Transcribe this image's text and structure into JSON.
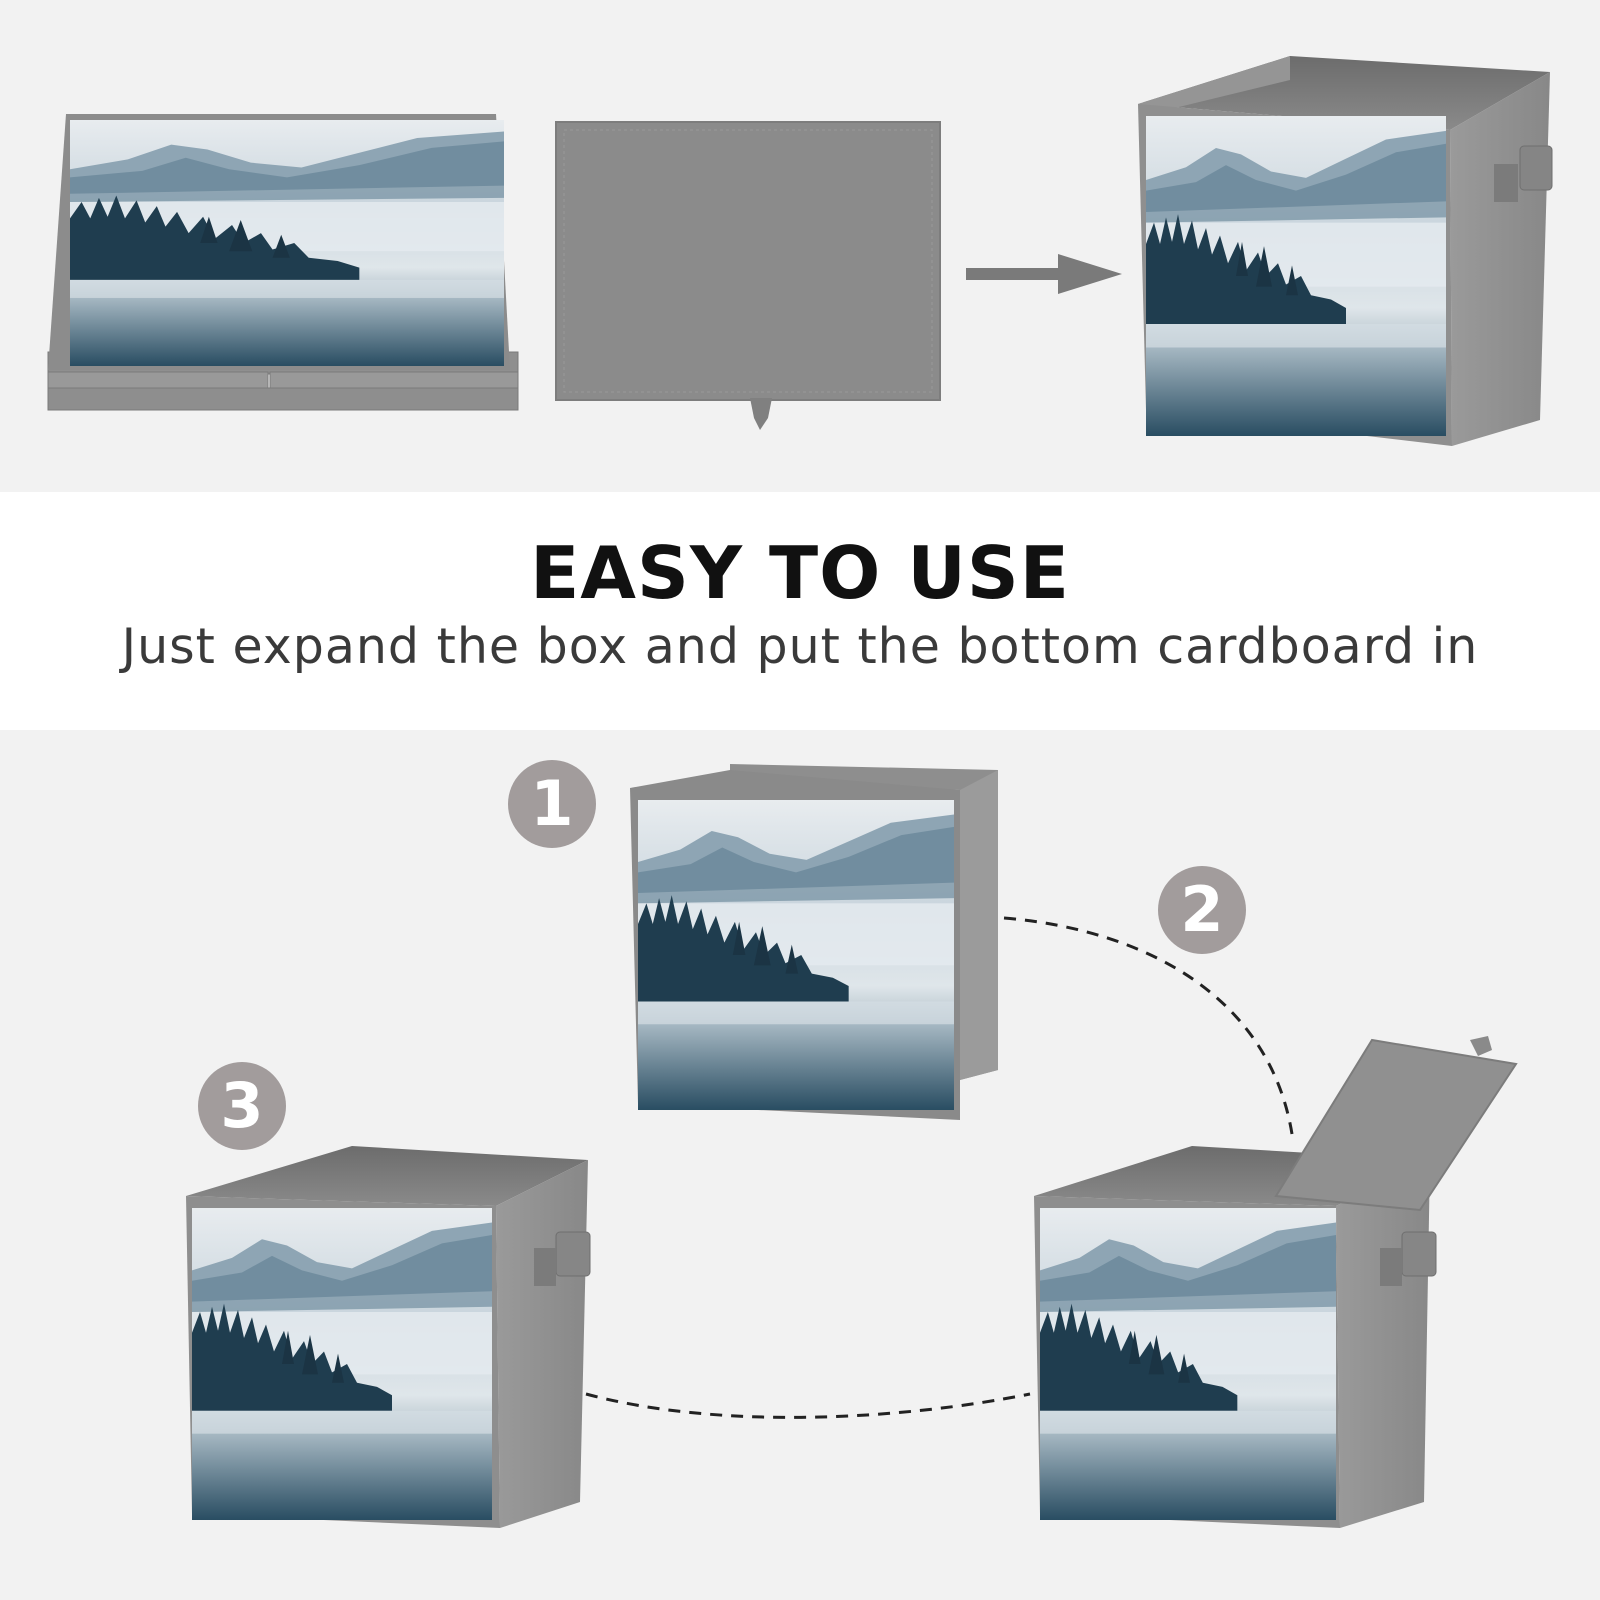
{
  "heading": "EASY TO USE",
  "subheading": "Just expand the box and put the bottom cardboard in",
  "steps": [
    {
      "number": "1"
    },
    {
      "number": "2"
    },
    {
      "number": "3"
    }
  ],
  "colors": {
    "background": "#f2f2f2",
    "fabric_gray": "#8e8e8e",
    "badge": "#a29c9c",
    "arrow": "#7a7a7a"
  },
  "icons": {
    "arrow": "arrow-right-icon",
    "dashed_path": "dashed-curve"
  }
}
